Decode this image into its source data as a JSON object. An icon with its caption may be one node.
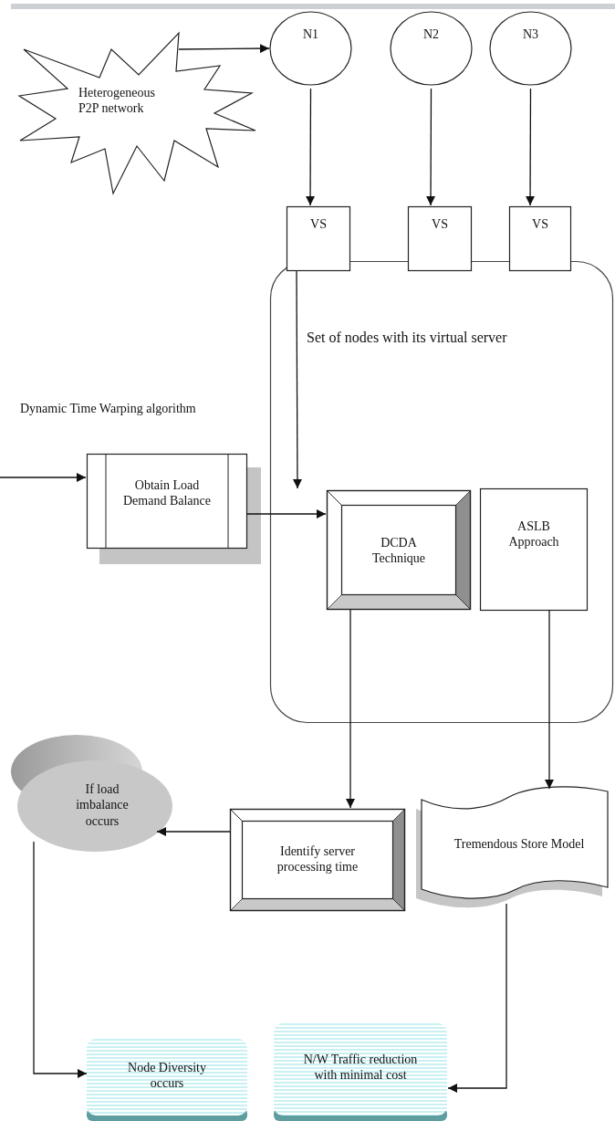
{
  "diagram": {
    "nodes": [
      {
        "text": [
          "Heterogeneous P2P network"
        ]
      },
      {
        "text": [
          "N1"
        ]
      },
      {
        "text": [
          "N2"
        ]
      },
      {
        "text": [
          "N3"
        ]
      },
      {
        "text": [
          "VS"
        ]
      },
      {
        "text": [
          "VS"
        ]
      },
      {
        "text": [
          "VS"
        ]
      },
      {
        "text": [
          "Set of nodes with its virtual server"
        ]
      },
      {
        "text": [
          "Obtain Load Demand Balance"
        ]
      },
      {
        "text": [
          "DCDA Technique"
        ],
        "in": 7
      },
      {
        "text": [
          "ASLB Approach"
        ],
        "in": 7
      },
      {
        "text": [
          "If load imbalance occurs"
        ]
      },
      {
        "text": [
          "Identify server processing time"
        ]
      },
      {
        "text": [
          "Tremendous Store Model"
        ]
      },
      {
        "text": [
          "Node Diversity occurs"
        ]
      },
      {
        "text": [
          "N/W Traffic reduction with minimal cost"
        ]
      }
    ],
    "edges": [
      {
        "from": 0,
        "to": 1,
        "arrow": "to"
      },
      {
        "from": 1,
        "to": 4,
        "arrow": "to"
      },
      {
        "from": 2,
        "to": 5,
        "arrow": "to"
      },
      {
        "from": 3,
        "to": 6,
        "arrow": "to"
      },
      {
        "from": 4,
        "to": 9,
        "arrow": "to"
      },
      {
        "from": null,
        "to": 8,
        "arrow": "to"
      },
      {
        "from": 8,
        "to": 9,
        "arrow": "to"
      },
      {
        "from": 9,
        "to": 12,
        "arrow": "to"
      },
      {
        "from": 10,
        "to": 13,
        "arrow": "to"
      },
      {
        "from": 12,
        "to": 11,
        "arrow": "to"
      },
      {
        "from": 11,
        "to": 14,
        "arrow": "to"
      },
      {
        "from": 13,
        "to": 15,
        "arrow": "to"
      }
    ],
    "labels": [
      "Dynamic Time Warping algorithm"
    ]
  }
}
